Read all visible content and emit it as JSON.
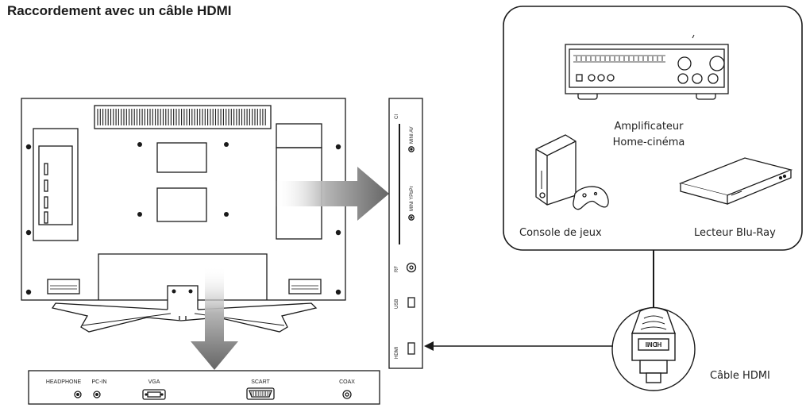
{
  "title": "Raccordement avec un câble HDMI",
  "devices": {
    "amplifier_line1": "Amplificateur",
    "amplifier_line2": "Home-cinéma",
    "console": "Console de jeux",
    "bluray": "Lecteur Blu-Ray"
  },
  "cable_label": "Câble HDMI",
  "cable_plug_text": "HDMI",
  "side_panel_ports": [
    "CI",
    "MINI AV",
    "MINI YPbPr",
    "RF",
    "USB",
    "HDMI"
  ],
  "bottom_panel_ports": [
    "HEADPHONE",
    "PC-IN",
    "VGA",
    "SCART",
    "COAX"
  ],
  "colors": {
    "line": "#1a1a1a",
    "arrow_dark": "#6e6e6e",
    "arrow_light": "#f2f2f2"
  }
}
